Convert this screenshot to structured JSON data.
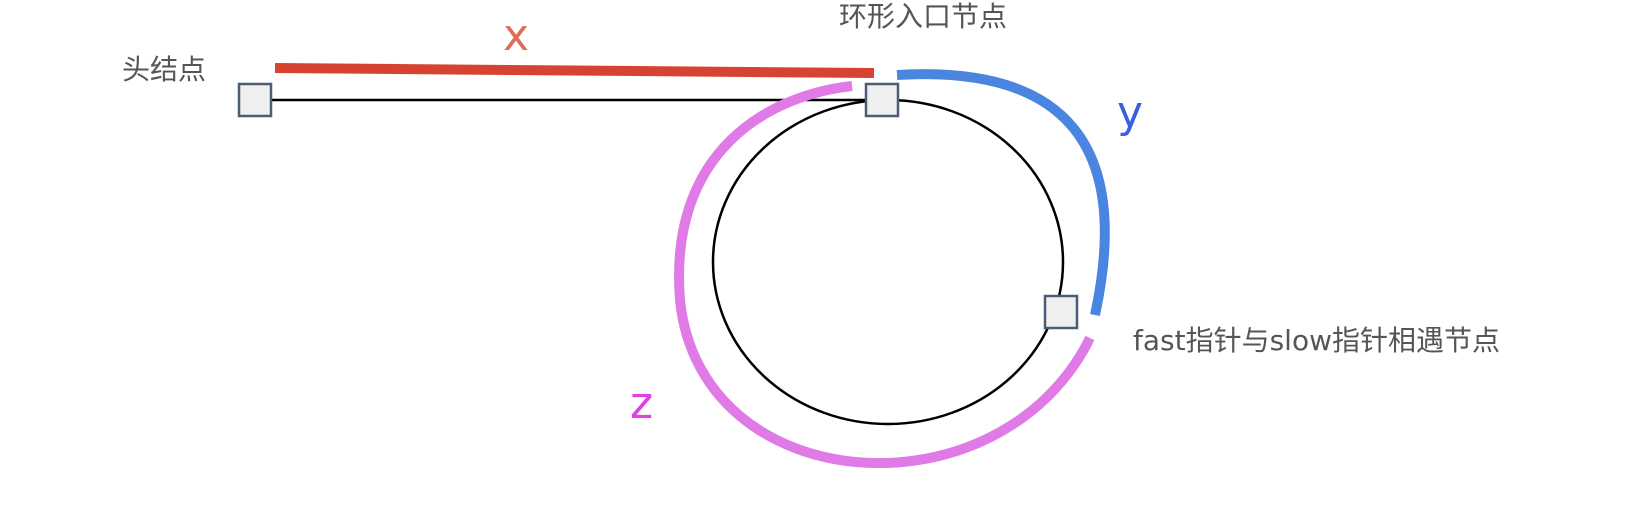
{
  "labels": {
    "head_node": "头结点",
    "entry_node": "环形入口节点",
    "meeting_node": "fast指针与slow指针相遇节点"
  },
  "segments": {
    "x": {
      "label": "x",
      "color": "#e06c5a",
      "stroke_color": "#d64431"
    },
    "y": {
      "label": "y",
      "color": "#3b5ee0",
      "stroke_color": "#4a86e0"
    },
    "z": {
      "label": "z",
      "color": "#e040e6",
      "stroke_color": "#e07ae6"
    }
  }
}
